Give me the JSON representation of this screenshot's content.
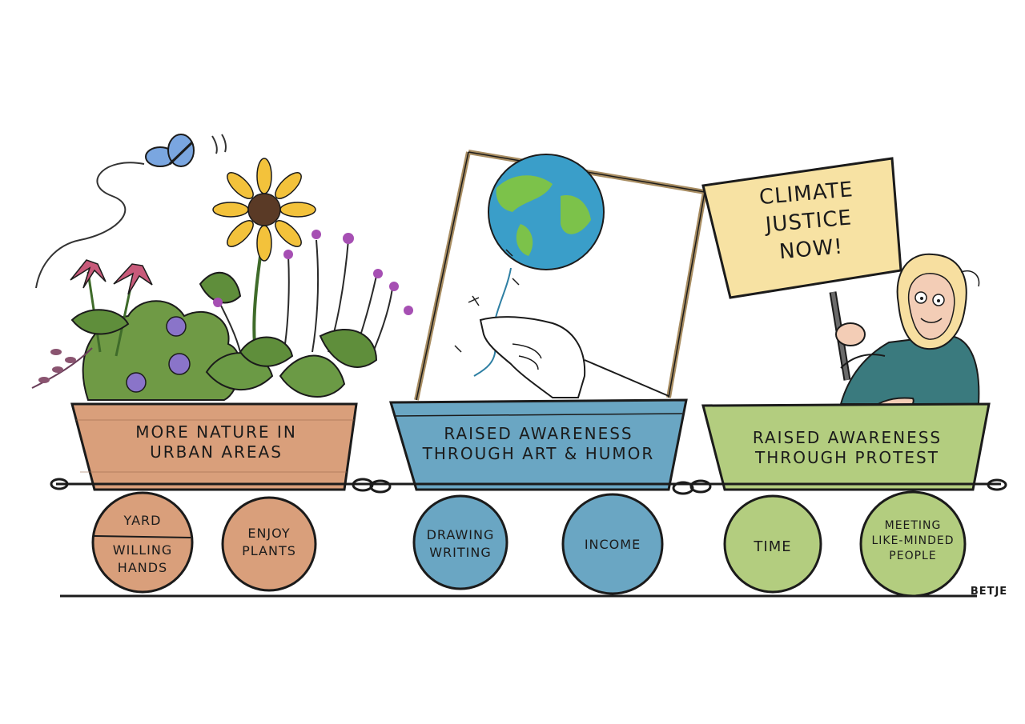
{
  "carts": [
    {
      "label_line1": "More nature in",
      "label_line2": "urban areas",
      "color": "#d99f7b",
      "wheels": [
        {
          "top": "Yard",
          "bottom_line1": "Willing",
          "bottom_line2": "hands"
        },
        {
          "line1": "Enjoy",
          "line2": "plants"
        }
      ]
    },
    {
      "label_line1": "Raised awareness",
      "label_line2": "through art & humor",
      "color": "#6aa6c3",
      "wheels": [
        {
          "line1": "Drawing",
          "line2": "writing"
        },
        {
          "line1": "Income"
        }
      ]
    },
    {
      "label_line1": "Raised awareness",
      "label_line2": "through protest",
      "color": "#b3cd7f",
      "wheels": [
        {
          "line1": "Time"
        },
        {
          "line1": "Meeting",
          "line2": "like-minded",
          "line3": "people"
        }
      ]
    }
  ],
  "sign": {
    "line1": "Climate",
    "line2": "justice",
    "line3": "now!",
    "color": "#f7e2a3"
  },
  "signature": "Betje",
  "icons": [
    "butterfly-icon",
    "sunflower-icon",
    "globe-balloon-icon",
    "hand-icon",
    "person-icon"
  ]
}
